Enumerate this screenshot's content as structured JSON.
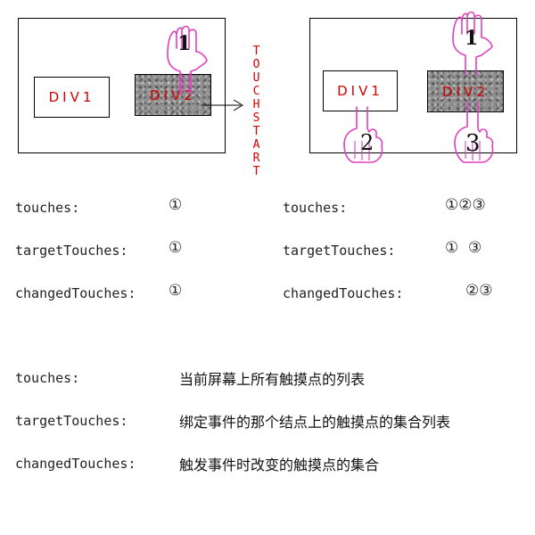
{
  "diagram": {
    "left_panel": {
      "div1_label": "DIV1",
      "div2_label": "DIV2",
      "finger1": "1"
    },
    "event_label": "TOUCHSTART",
    "right_panel": {
      "div1_label": "DIV1",
      "div2_label": "DIV2",
      "finger1": "1",
      "finger2": "2",
      "finger3": "3"
    }
  },
  "state_left": {
    "touches": {
      "label": "touches:",
      "value": "①"
    },
    "targetTouches": {
      "label": "targetTouches:",
      "value": "①"
    },
    "changedTouches": {
      "label": "changedTouches:",
      "value": "①"
    }
  },
  "state_right": {
    "touches": {
      "label": "touches:",
      "value": "①②③"
    },
    "targetTouches": {
      "label": "targetTouches:",
      "value": "①  ③"
    },
    "changedTouches": {
      "label": "changedTouches:",
      "value": "②③"
    }
  },
  "definitions": [
    {
      "term": "touches:",
      "description": "当前屏幕上所有触摸点的列表"
    },
    {
      "term": "targetTouches:",
      "description": "绑定事件的那个结点上的触摸点的集合列表"
    },
    {
      "term": "changedTouches:",
      "description": "触发事件时改变的触摸点的集合"
    }
  ],
  "colors": {
    "label_red": "#d40000",
    "hand_pink": "#e040c0",
    "frame": "#000000"
  }
}
